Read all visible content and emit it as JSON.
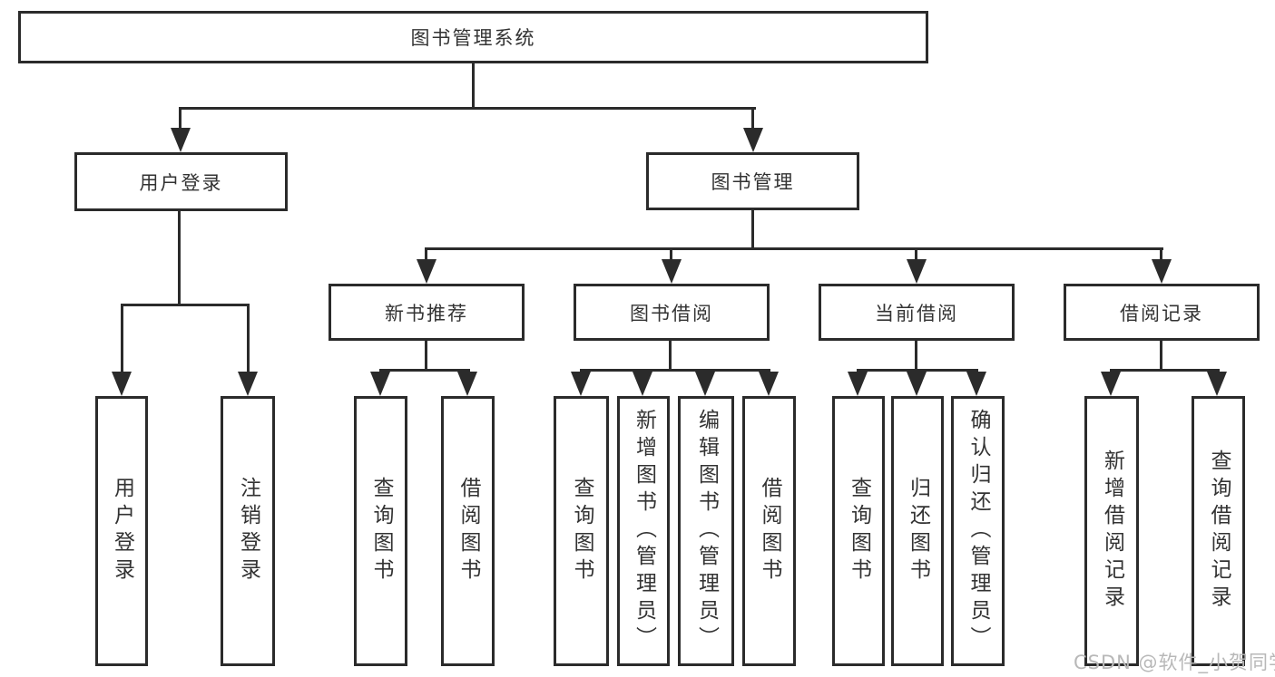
{
  "nodes": {
    "root": "图书管理系统",
    "user_login": "用户登录",
    "book_management": "图书管理",
    "new_book_recommend": "新书推荐",
    "book_borrow": "图书借阅",
    "current_borrow": "当前借阅",
    "borrow_records": "借阅记录",
    "user_login_leaf": "用户登录",
    "logout": "注销登录",
    "query_book_recommend": "查询图书",
    "borrow_book_recommend": "借阅图书",
    "query_book_borrow": "查询图书",
    "add_book_admin": "新增图书（管理员）",
    "edit_book_admin": "编辑图书（管理员）",
    "borrow_book_borrow": "借阅图书",
    "query_book_current": "查询图书",
    "return_book": "归还图书",
    "confirm_return_admin": "确认归还（管理员）",
    "add_borrow_record": "新增借阅记录",
    "query_borrow_record": "查询借阅记录"
  },
  "watermark": "CSDN @软件_小贺同学",
  "colors": {
    "line": "#2b2b2b",
    "text": "#333333",
    "watermark": "#b8b8b8",
    "background": "#ffffff"
  }
}
